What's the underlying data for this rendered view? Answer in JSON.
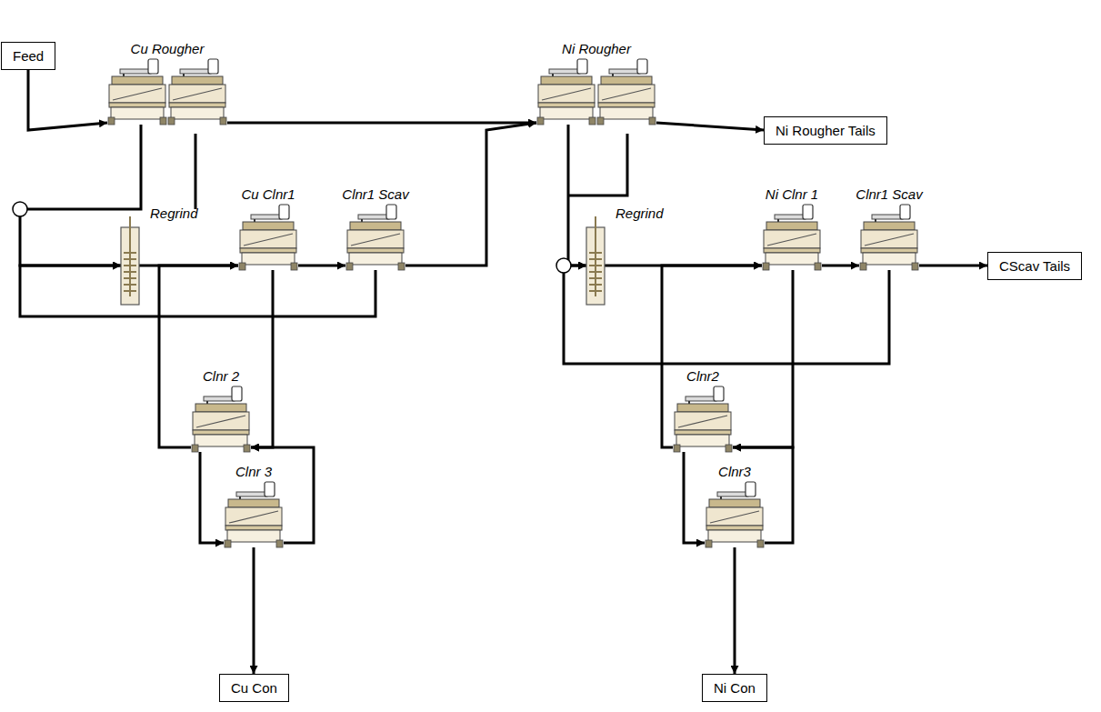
{
  "diagram": {
    "nodes": [
      {
        "text": [
          "Feed"
        ]
      },
      {
        "text": [
          "Cu Rougher"
        ]
      },
      {
        "text": [
          "Ni Rougher"
        ]
      },
      {
        "text": [
          "Ni Rougher Tails"
        ]
      },
      {
        "text": [
          "Regrind"
        ]
      },
      {
        "text": [
          "Cu Clnr1"
        ]
      },
      {
        "text": [
          "Clnr1 Scav"
        ]
      },
      {
        "text": [
          "Clnr 2"
        ]
      },
      {
        "text": [
          "Clnr 3"
        ]
      },
      {
        "text": [
          "Cu Con"
        ]
      },
      {
        "text": [
          "Regrind"
        ]
      },
      {
        "text": [
          "Ni Clnr 1"
        ]
      },
      {
        "text": [
          "Clnr1 Scav"
        ]
      },
      {
        "text": [
          "CScav Tails"
        ]
      },
      {
        "text": [
          "Clnr2"
        ]
      },
      {
        "text": [
          "Clnr3"
        ]
      },
      {
        "text": [
          "Ni Con"
        ]
      }
    ],
    "edges": [
      {
        "from": 0,
        "to": 1,
        "arrow": "to"
      },
      {
        "from": 1,
        "to": 2,
        "arrow": "to"
      },
      {
        "from": 2,
        "to": 3,
        "arrow": "to"
      },
      {
        "from": 1,
        "to": 4,
        "arrow": "to"
      },
      {
        "from": 6,
        "to": 4,
        "arrow": "to"
      },
      {
        "from": 4,
        "to": 5,
        "arrow": "to"
      },
      {
        "from": 5,
        "to": 6,
        "arrow": "to"
      },
      {
        "from": 6,
        "to": 2,
        "arrow": "to"
      },
      {
        "from": 5,
        "to": 7,
        "arrow": "to"
      },
      {
        "from": 7,
        "to": 5,
        "arrow": "to"
      },
      {
        "from": 7,
        "to": 8,
        "arrow": "to"
      },
      {
        "from": 8,
        "to": 7,
        "arrow": "to"
      },
      {
        "from": 8,
        "to": 9,
        "arrow": "to"
      },
      {
        "from": 2,
        "to": 10,
        "arrow": "to"
      },
      {
        "from": 10,
        "to": 11,
        "arrow": "to"
      },
      {
        "from": 11,
        "to": 12,
        "arrow": "to"
      },
      {
        "from": 12,
        "to": 13,
        "arrow": "to"
      },
      {
        "from": 12,
        "to": 10,
        "arrow": "to"
      },
      {
        "from": 11,
        "to": 14,
        "arrow": "to"
      },
      {
        "from": 14,
        "to": 11,
        "arrow": "to"
      },
      {
        "from": 14,
        "to": 15,
        "arrow": "to"
      },
      {
        "from": 15,
        "to": 14,
        "arrow": "to"
      },
      {
        "from": 15,
        "to": 16,
        "arrow": "to"
      }
    ]
  }
}
